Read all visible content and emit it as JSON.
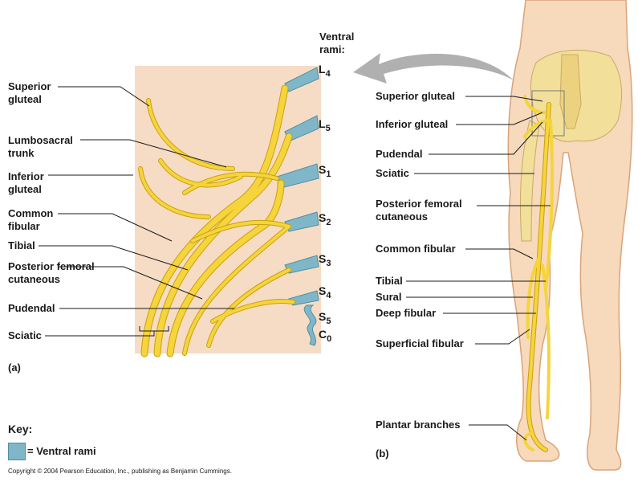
{
  "panel_a": {
    "tag": "(a)",
    "labels": {
      "superior_gluteal": "Superior gluteal",
      "lumbosacral_trunk": "Lumbosacral trunk",
      "inferior_gluteal": "Inferior gluteal",
      "common_fibular": "Common fibular",
      "tibial": "Tibial",
      "posterior_femoral_cutaneous": "Posterior femoral cutaneous",
      "pudendal": "Pudendal",
      "sciatic": "Sciatic"
    },
    "ventral_rami_title": "Ventral rami:",
    "roots": [
      {
        "letter": "L",
        "num": "4"
      },
      {
        "letter": "L",
        "num": "5"
      },
      {
        "letter": "S",
        "num": "1"
      },
      {
        "letter": "S",
        "num": "2"
      },
      {
        "letter": "S",
        "num": "3"
      },
      {
        "letter": "S",
        "num": "4"
      },
      {
        "letter": "S",
        "num": "5"
      },
      {
        "letter": "C",
        "num": "0"
      }
    ]
  },
  "panel_b": {
    "tag": "(b)",
    "labels": {
      "superior_gluteal": "Superior gluteal",
      "inferior_gluteal": "Inferior gluteal",
      "pudendal": "Pudendal",
      "sciatic": "Sciatic",
      "posterior_femoral_cutaneous": "Posterior femoral cutaneous",
      "common_fibular": "Common fibular",
      "tibial": "Tibial",
      "sural": "Sural",
      "deep_fibular": "Deep fibular",
      "superficial_fibular": "Superficial fibular",
      "plantar_branches": "Plantar branches"
    }
  },
  "key": {
    "title": "Key:",
    "ventral_rami": "= Ventral rami"
  },
  "copyright": "Copyright © 2004 Pearson Education, Inc., publishing as Benjamin Cummings.",
  "colors": {
    "nerve": "#f5d43c",
    "nerve_outline": "#c9a10e",
    "ventral_rami": "#7fb7c8",
    "panel_background": "#f6dcc4",
    "skin": "#f7d9bb",
    "bone": "#f2df9a",
    "arrow": "#b0b0b0"
  }
}
